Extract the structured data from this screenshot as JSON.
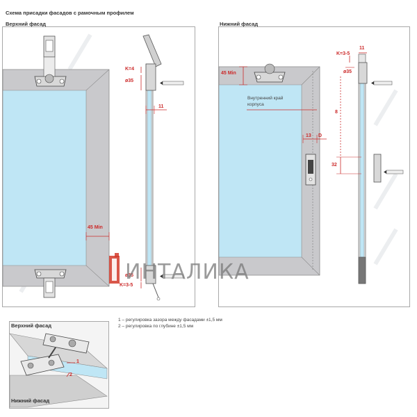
{
  "page_title": "Схема присадки фасадов с рамочным профилем",
  "left_panel": {
    "heading": "Верхний фасад",
    "dim_45min": "45 Min",
    "dim_k4": "K=4",
    "dim_o35_top": "ø35",
    "dim_11": "11",
    "dim_o35_bottom": "ø35",
    "dim_k35": "K=3-5"
  },
  "right_panel": {
    "heading": "Нижний фасад",
    "dim_45min": "45 Min",
    "dim_k35": "K=3-5",
    "dim_11": "11",
    "dim_o35": "ø35",
    "inner_edge_line1": "Внутренний край",
    "inner_edge_line2": "корпуса",
    "dim_8": "8",
    "dim_13": "13",
    "dim_d": "D",
    "dim_32": "32"
  },
  "watermark": "ИНТАЛИКА",
  "bottom_panel": {
    "label_top": "Верхний фасад",
    "label_bottom": "Нижний фасад",
    "marker_1": "1",
    "marker_2": "2"
  },
  "legend": [
    "1 – регулировка зазора между фасадами ±1,5 мм",
    "2 – регулировка по глубине ±1,5 мм"
  ],
  "colors": {
    "dimension_red": "#cc2a2a",
    "glass_blue": "#bfe6f5",
    "frame_gray": "#c9c9cc",
    "watermark_gray": "#7a7a7a",
    "watermark_red": "#d23a2a"
  }
}
